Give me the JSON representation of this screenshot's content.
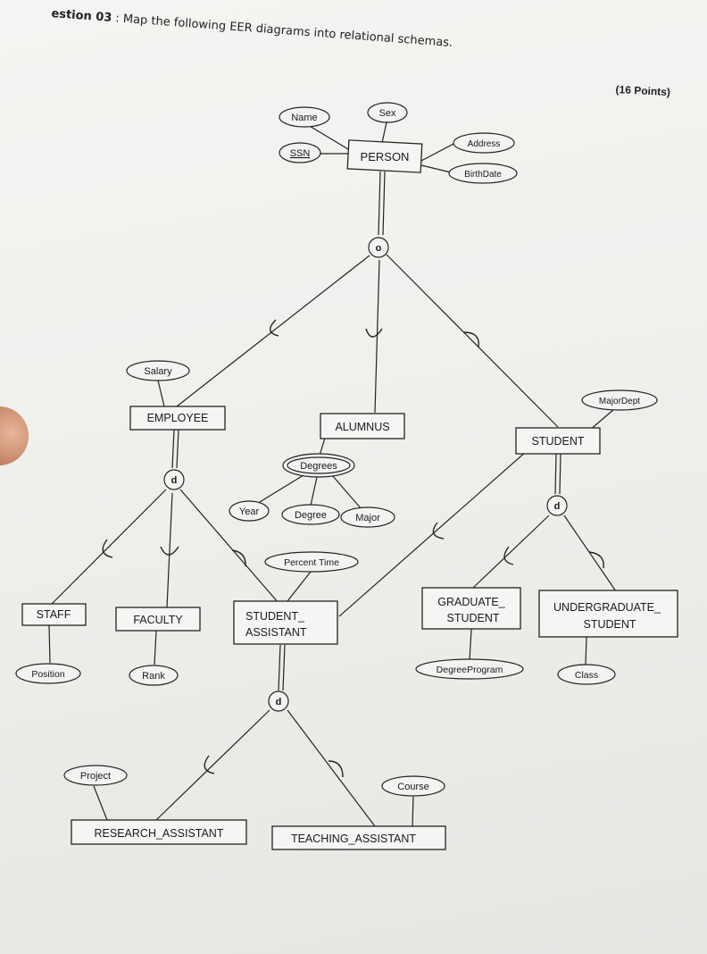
{
  "question": {
    "number": "estion 03",
    "text": ": Map the following EER diagrams into relational schemas.",
    "points": "(16 Points)"
  },
  "entities": {
    "person": "PERSON",
    "employee": "EMPLOYEE",
    "alumnus": "ALUMNUS",
    "student": "STUDENT",
    "staff": "STAFF",
    "faculty": "FACULTY",
    "student_assistant": [
      "STUDENT_",
      "ASSISTANT"
    ],
    "graduate_student": [
      "GRADUATE_",
      "STUDENT"
    ],
    "undergraduate_student": [
      "UNDERGRADUATE_",
      "STUDENT"
    ],
    "research_assistant": "RESEARCH_ASSISTANT",
    "teaching_assistant": "TEACHING_ASSISTANT"
  },
  "attributes": {
    "name": "Name",
    "sex": "Sex",
    "ssn": "SSN",
    "address": "Address",
    "birthdate": "BirthDate",
    "salary": "Salary",
    "majordept": "MajorDept",
    "degrees": "Degrees",
    "year": "Year",
    "degree": "Degree",
    "major": "Major",
    "percent_time": "Percent Time",
    "position": "Position",
    "rank": "Rank",
    "degree_program": "DegreeProgram",
    "class": "Class",
    "project": "Project",
    "course": "Course"
  },
  "specializations": {
    "person": "o",
    "employee": "d",
    "student": "d",
    "student_assistant": "d"
  }
}
